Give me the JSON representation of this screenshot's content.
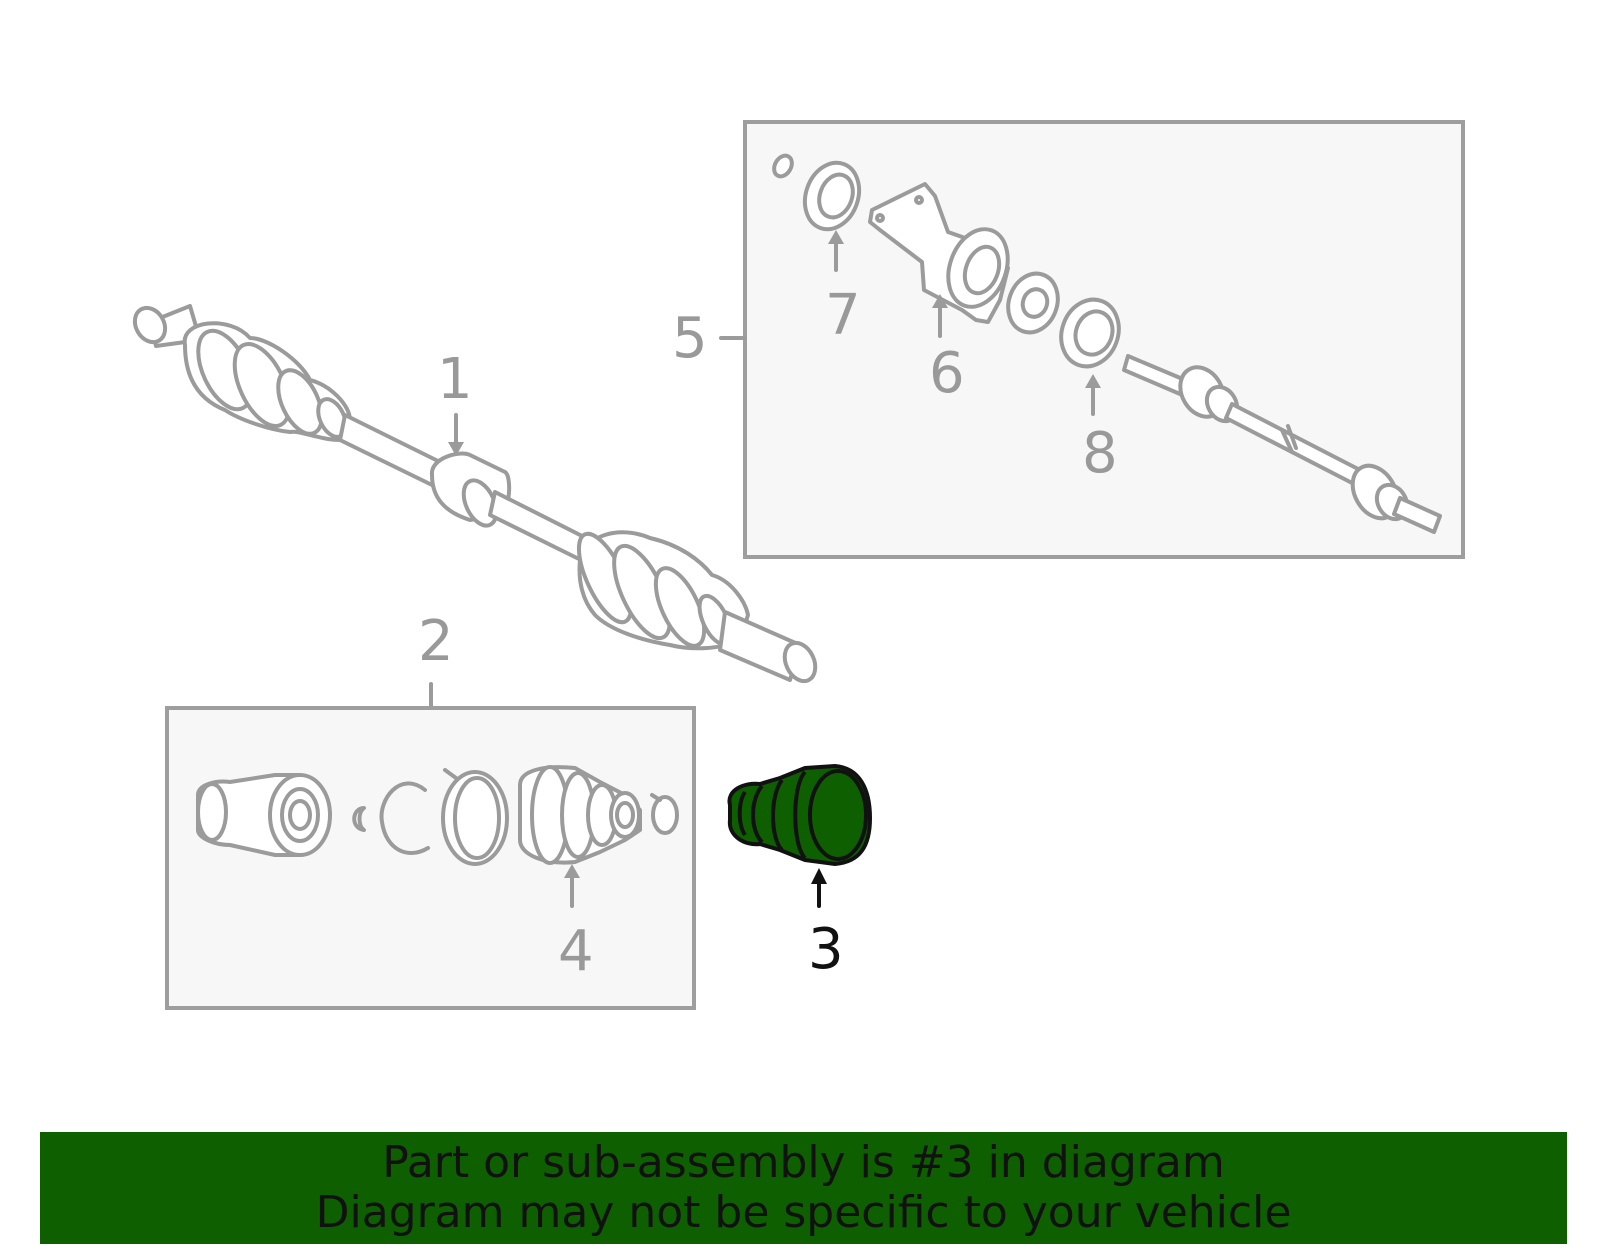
{
  "callouts": {
    "c1": "1",
    "c2": "2",
    "c3": "3",
    "c4": "4",
    "c5": "5",
    "c6": "6",
    "c7": "7",
    "c8": "8"
  },
  "highlight": {
    "part_number": "3",
    "color": "#0e5f00"
  },
  "banner": {
    "line1": "Part or sub-assembly is #3 in diagram",
    "line2": "Diagram may not be specific to your vehicle",
    "background": "#0e5f00"
  },
  "colors": {
    "part_stroke": "#9b9b9b",
    "box_fill": "#f7f7f7",
    "label": "#999999"
  }
}
